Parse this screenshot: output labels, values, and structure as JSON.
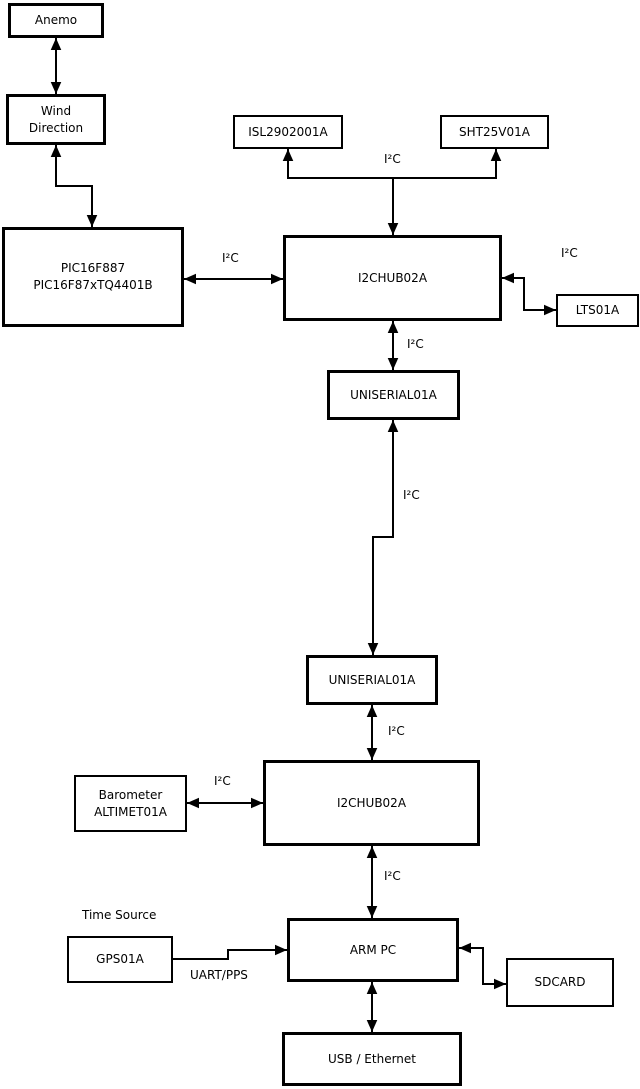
{
  "diagram": {
    "nodes": {
      "anemo": {
        "label": "Anemo"
      },
      "wind": {
        "label": "Wind\nDirection"
      },
      "pic": {
        "label": "PIC16F887\nPIC16F87xTQ4401B"
      },
      "isl": {
        "label": "ISL2902001A"
      },
      "sht": {
        "label": "SHT25V01A"
      },
      "hub1": {
        "label": "I2CHUB02A"
      },
      "lts": {
        "label": "LTS01A"
      },
      "uni1": {
        "label": "UNISERIAL01A"
      },
      "uni2": {
        "label": "UNISERIAL01A"
      },
      "hub2": {
        "label": "I2CHUB02A"
      },
      "baro": {
        "label": "Barometer\nALTIMET01A"
      },
      "armpc": {
        "label": "ARM PC"
      },
      "gps": {
        "label": "GPS01A"
      },
      "sdcard": {
        "label": "SDCARD"
      },
      "usb": {
        "label": "USB / Ethernet"
      }
    },
    "edge_labels": {
      "pic_hub": "I²C",
      "sensor_bus": "I²C",
      "lts": "I²C",
      "hub_uniserial": "I²C",
      "uniserial_link": "I²C",
      "uniserial_hub2": "I²C",
      "barometer": "I²C",
      "hub2_armpc": "I²C",
      "time_source": "Time Source",
      "uart_pps": "UART/PPS"
    },
    "colors": {
      "line": "#000000",
      "background": "#ffffff",
      "box_fill": "#ffffff"
    }
  }
}
